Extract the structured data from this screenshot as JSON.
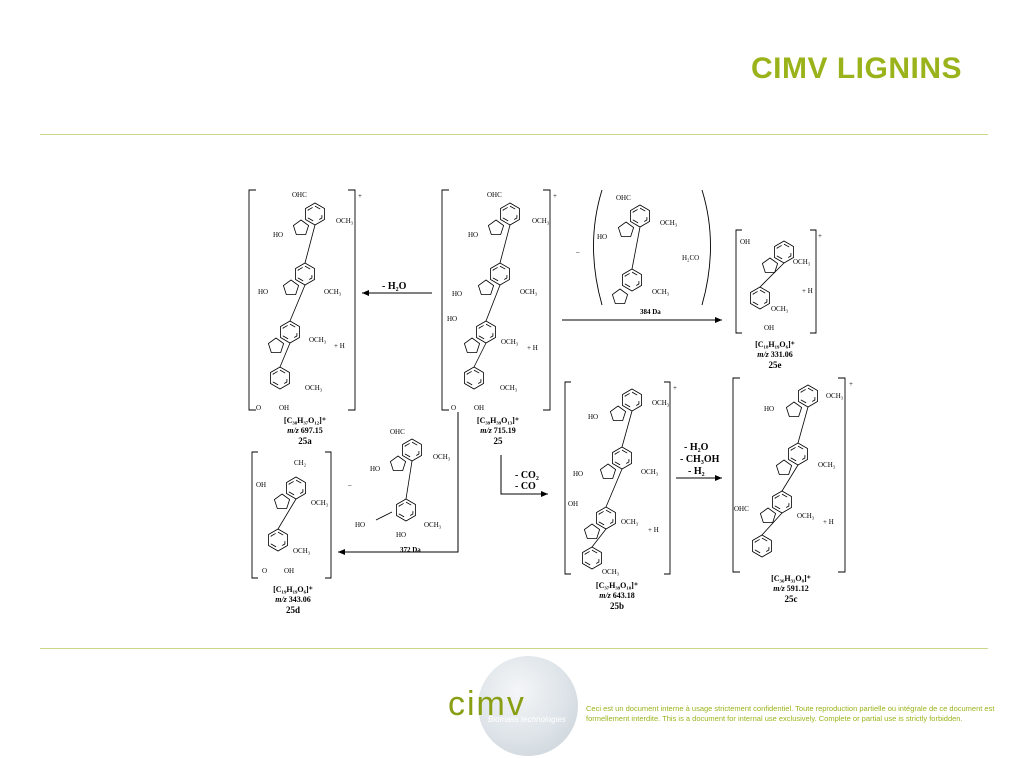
{
  "header": {
    "title": "CIMV LIGNINS"
  },
  "compounds": {
    "c25a": {
      "formula_main": "[C",
      "formula_full": "[C₃₈H₃₇O₁₂]⁺",
      "mz": "697.15",
      "id": "25a"
    },
    "c25": {
      "formula_full": "[C₃₉H₃₉O₁₃]⁺",
      "mz": "715.19",
      "id": "25"
    },
    "c25e": {
      "formula_full": "[C₁₈H₁₉O₆]⁺",
      "mz": "331.06",
      "id": "25e"
    },
    "c25b": {
      "formula_full": "[C₃₇H₃₉O₁₀]⁺",
      "mz": "643.18",
      "id": "25b"
    },
    "c25c": {
      "formula_full": "[C₃₆H₃₁O₈]⁺",
      "mz": "591.12",
      "id": "25c"
    },
    "c25d": {
      "formula_full": "[C₁₉H₁₉O₆]⁺",
      "mz": "343.06",
      "id": "25d"
    }
  },
  "arrows": {
    "loss_water": "- H₂O",
    "loss_co2": "- CO₂",
    "loss_co": "- CO",
    "loss_h2o_b": "- H₂O",
    "loss_ch3oh": "- CH₃OH",
    "loss_h2": "- H₂"
  },
  "fragments": {
    "frag384": "384 Da",
    "frag372": "372 Da",
    "h2co": "H₂CO",
    "minus": "–"
  },
  "mz_prefix": "m/z",
  "labels": {
    "OHC": "OHC",
    "OCH3": "OCH₃",
    "HO": "HO",
    "OH": "OH",
    "plusH": "+ H",
    "plus": "+",
    "O": "O",
    "CH2": "CH₂"
  },
  "footer": {
    "logo": "cimv",
    "logo_sub": "Biomass technologies",
    "disclaimer": "Ceci est un document interne à usage strictement confidentiel. Toute reproduction partielle ou intégrale de ce document est formellement interdite. This is a document for internal use exclusively. Complete or partial use is strictly forbidden."
  }
}
